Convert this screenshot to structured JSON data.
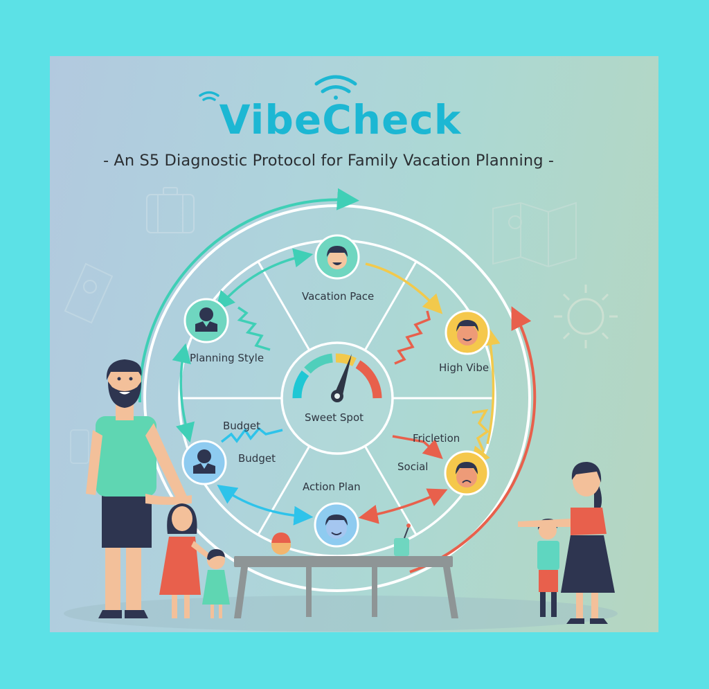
{
  "header": {
    "title": "VibeCheck",
    "subtitle": "- An S5 Diagnostic Protocol for Family Vacation Planning -",
    "title_color": "#1cb7d3",
    "title_icon": "wifi-signal-icon"
  },
  "wheel": {
    "center_label": "Sweet Spot",
    "center_icon": "gauge-meter-icon",
    "gauge_colors": [
      "#1fc7d4",
      "#4fcfbb",
      "#f2c94c",
      "#e8604c"
    ],
    "nodes": [
      {
        "id": "vacation-pace",
        "label": "Vacation Pace",
        "icon": "happy-face-icon",
        "color": "#6fd6c0"
      },
      {
        "id": "high-vibe",
        "label": "High Vibe",
        "icon": "smiling-face-icon",
        "color": "#f5c84c"
      },
      {
        "id": "social-friction",
        "label": "Social",
        "secondary_label": "Fricletion",
        "icon": "sad-face-icon",
        "color": "#f5c84c"
      },
      {
        "id": "action-plan",
        "label": "Action Plan",
        "icon": "calm-face-icon",
        "color": "#8ecbf0"
      },
      {
        "id": "budget",
        "label": "Budget",
        "secondary_label": "Budget",
        "icon": "person-silhouette-icon",
        "color": "#8ecbf0"
      },
      {
        "id": "planning-style",
        "label": "Planning Style",
        "icon": "person-silhouette-icon",
        "color": "#6fd6c0"
      }
    ],
    "arrow_colors": {
      "teal": "#3fcfb6",
      "yellow": "#f2c94c",
      "red": "#e8604c",
      "blue": "#2ec3ea"
    }
  },
  "scene": {
    "figures": [
      "father",
      "daughter",
      "toddler",
      "son",
      "mother"
    ],
    "table_items": [
      "child-head-toy",
      "cup-with-straw"
    ],
    "background_icons": [
      "suitcase-icon",
      "passport-icon",
      "map-icon",
      "sun-icon",
      "phone-icon"
    ]
  },
  "colors": {
    "frame": "#5ce1e6",
    "wheel_line": "#ffffff",
    "text": "#2e3540"
  }
}
